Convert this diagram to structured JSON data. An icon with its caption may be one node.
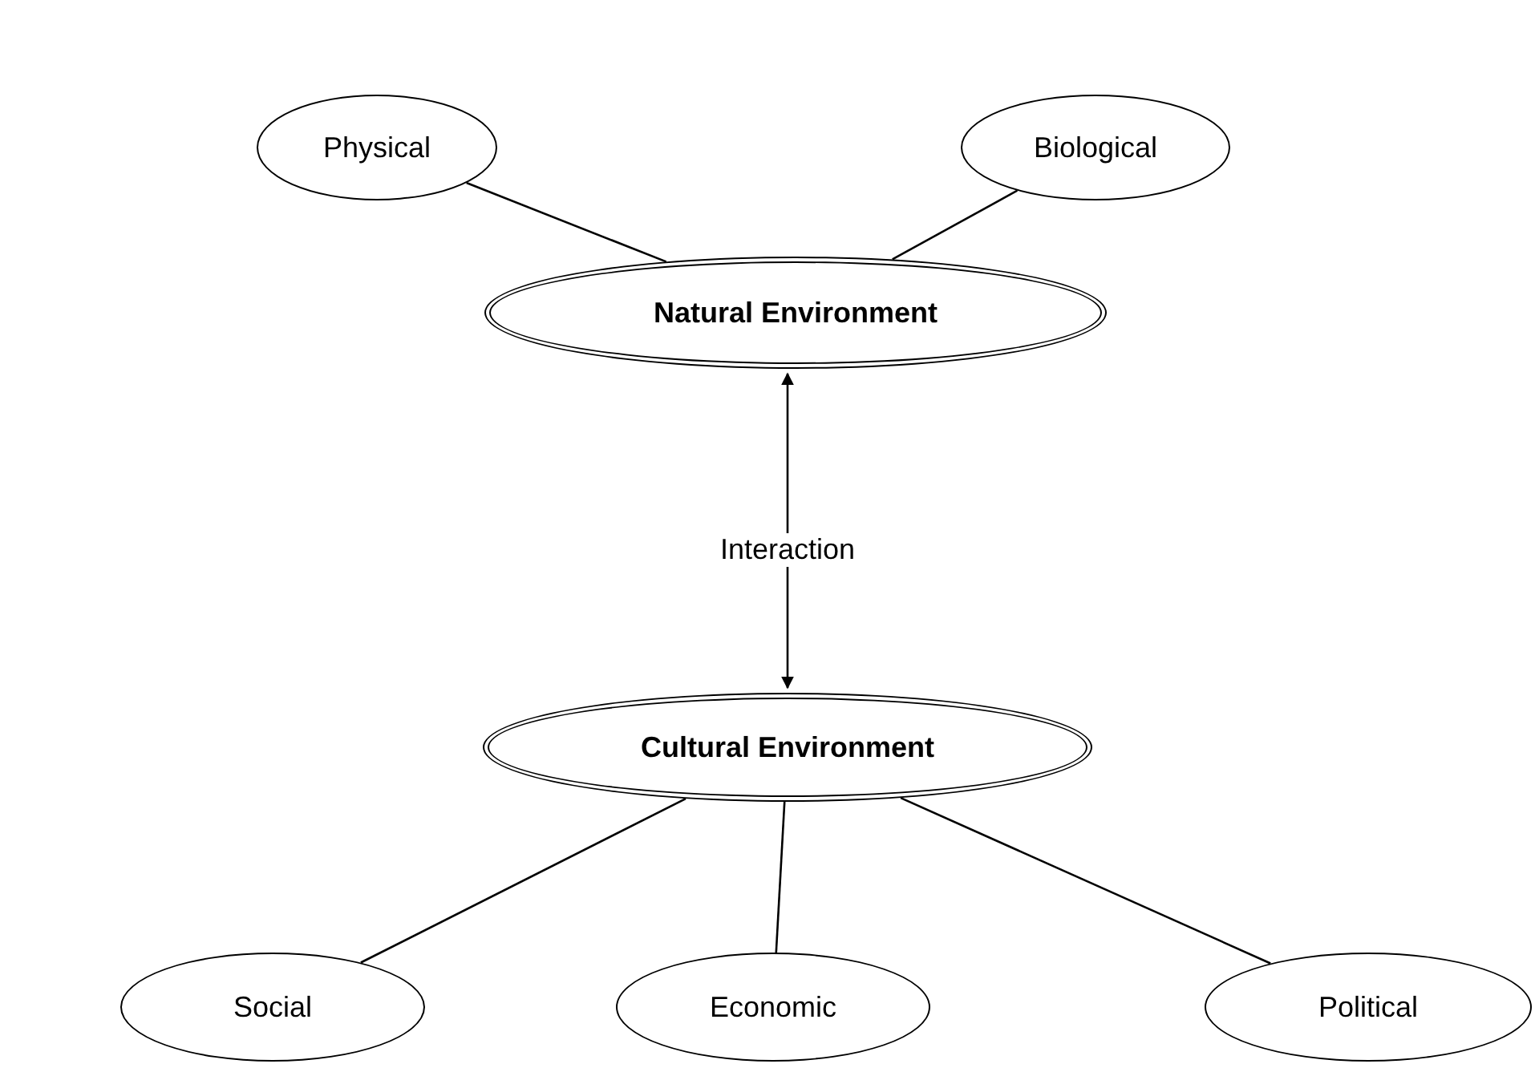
{
  "diagram": {
    "nodes": [
      {
        "text": [
          "Physical"
        ]
      },
      {
        "text": [
          "Biological"
        ]
      },
      {
        "text": [
          "Natural Environment"
        ]
      },
      {
        "text": [
          "Cultural Environment"
        ]
      },
      {
        "text": [
          "Social"
        ]
      },
      {
        "text": [
          "Economic"
        ]
      },
      {
        "text": [
          "Political"
        ]
      }
    ],
    "edges": [
      {
        "from": 0,
        "to": 2,
        "arrow": "none"
      },
      {
        "from": 1,
        "to": 2,
        "arrow": "none"
      },
      {
        "from": 3,
        "to": 2,
        "arrow": "both",
        "label": "Interaction"
      },
      {
        "from": 3,
        "to": 4,
        "arrow": "none"
      },
      {
        "from": 3,
        "to": 5,
        "arrow": "none"
      },
      {
        "from": 3,
        "to": 6,
        "arrow": "none"
      }
    ]
  }
}
